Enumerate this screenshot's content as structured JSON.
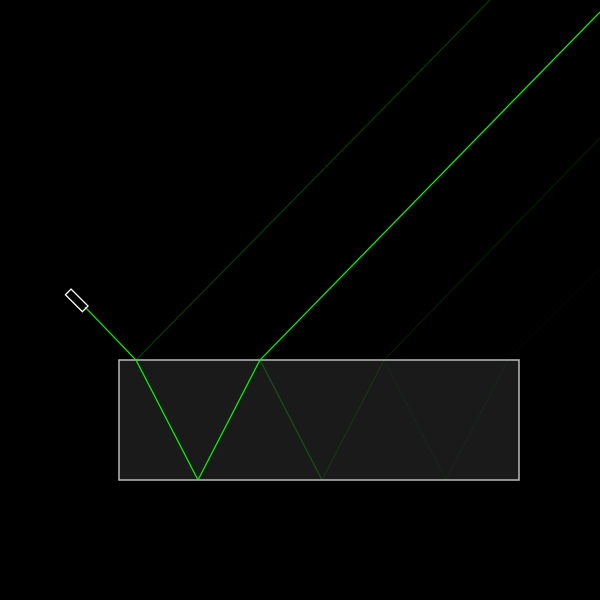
{
  "colors": {
    "background": "#000000",
    "laser": "#00ff00",
    "slab_fill": "#1a1a1a",
    "slab_stroke": "#bbbbbb",
    "source_stroke": "#ffffff"
  },
  "scene": {
    "laser_source": {
      "icon": "laser-pointer-icon"
    },
    "slab": {
      "refractive_medium": true
    },
    "rays": {
      "beam_count": 10,
      "relative_intensity": [
        1.0,
        1.0,
        0.25,
        1.0,
        0.25,
        0.12,
        0.12,
        0.05,
        0.05,
        0.03
      ]
    }
  }
}
